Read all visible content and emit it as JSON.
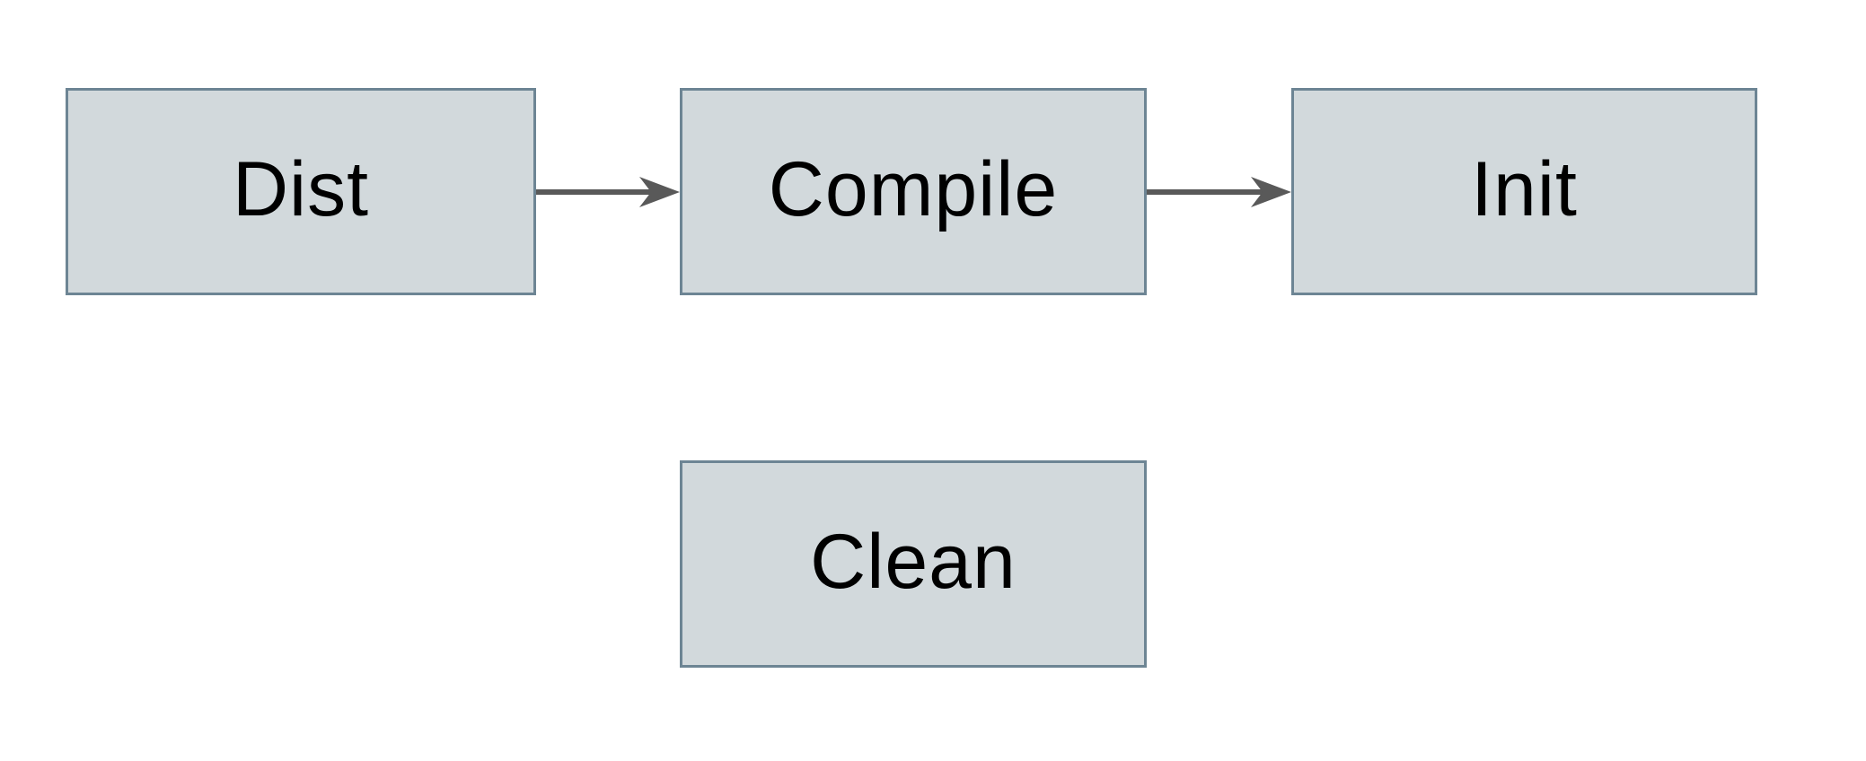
{
  "diagram": {
    "nodes": [
      {
        "id": "dist",
        "label": "Dist"
      },
      {
        "id": "compile",
        "label": "Compile"
      },
      {
        "id": "init",
        "label": "Init"
      },
      {
        "id": "clean",
        "label": "Clean"
      }
    ],
    "edges": [
      {
        "from": "dist",
        "to": "compile",
        "direction": "right"
      },
      {
        "from": "compile",
        "to": "init",
        "direction": "right"
      }
    ]
  },
  "colors": {
    "canvas_bg": "#ffffff",
    "node_fill": "#d2d9dc",
    "node_border": "#6d8594",
    "node_text": "#000000",
    "arrow_color": "#595959"
  }
}
